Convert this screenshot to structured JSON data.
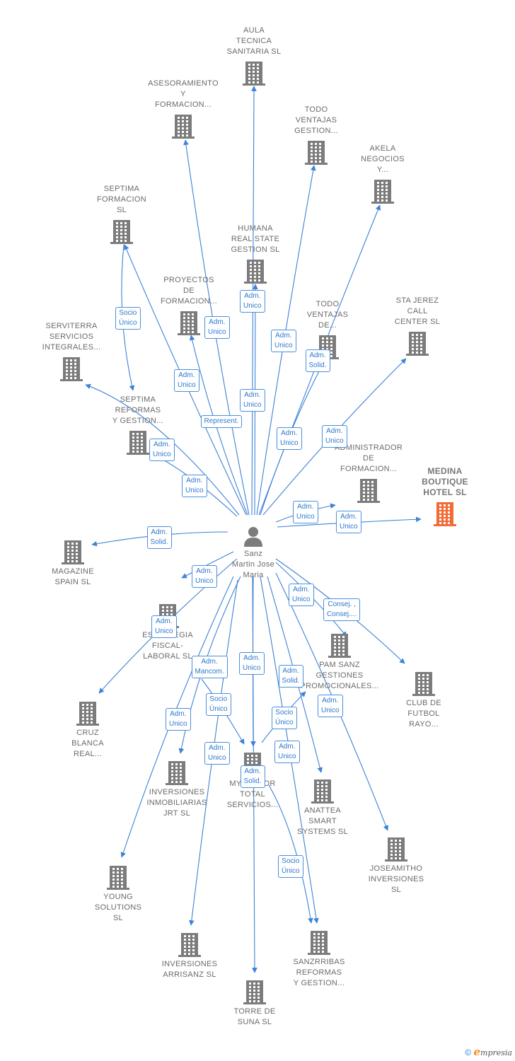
{
  "colors": {
    "edge": "#3d82d6",
    "company_icon": "#7c7c7c",
    "highlight_icon": "#f26a35",
    "person_icon": "#7c7c7c",
    "label_text": "#6b6b6b"
  },
  "person": {
    "id": "person",
    "lines": [
      "Sanz",
      "Martin Jose",
      "Maria"
    ],
    "icon": "person-icon"
  },
  "companies": [
    {
      "id": "aula",
      "lines": [
        "AULA",
        "TECNICA",
        "SANITARIA  SL"
      ]
    },
    {
      "id": "asesoramiento",
      "lines": [
        "ASESORAMIENTO",
        "Y",
        "FORMACION..."
      ]
    },
    {
      "id": "todo1",
      "lines": [
        "TODO",
        "VENTAJAS",
        "GESTION..."
      ]
    },
    {
      "id": "akela",
      "lines": [
        "AKELA",
        "NEGOCIOS",
        "Y..."
      ]
    },
    {
      "id": "septima-formacion",
      "lines": [
        "SEPTIMA",
        "FORMACION",
        "SL"
      ]
    },
    {
      "id": "humana",
      "lines": [
        "HUMANA",
        "REAL STATE",
        "GESTION  SL"
      ]
    },
    {
      "id": "proyectos",
      "lines": [
        "PROYECTOS",
        "DE",
        "FORMACION..."
      ]
    },
    {
      "id": "todo2",
      "lines": [
        "TODO",
        "VENTAJAS",
        "DE..."
      ]
    },
    {
      "id": "sta-jerez",
      "lines": [
        "STA JEREZ",
        "CALL",
        "CENTER  SL"
      ]
    },
    {
      "id": "serviterra",
      "lines": [
        "SERVITERRA",
        "SERVICIOS",
        "INTEGRALES..."
      ]
    },
    {
      "id": "septima-reformas",
      "lines": [
        "SEPTIMA",
        "REFORMAS",
        "Y GESTION..."
      ]
    },
    {
      "id": "administrador",
      "lines": [
        "ADMINISTRADOR",
        "DE",
        "FORMACION..."
      ]
    },
    {
      "id": "medina",
      "lines": [
        "MEDINA",
        "BOUTIQUE",
        "HOTEL  SL"
      ],
      "highlight": true
    },
    {
      "id": "magazine",
      "lines": [
        "MAGAZINE",
        "SPAIN  SL"
      ]
    },
    {
      "id": "estrategia",
      "lines": [
        "ESTRATEGIA",
        "FISCAL-",
        "LABORAL  SL"
      ]
    },
    {
      "id": "cruz",
      "lines": [
        "CRUZ",
        "BLANCA",
        "REAL..."
      ]
    },
    {
      "id": "pam",
      "lines": [
        "PAM SANZ",
        "GESTIONES",
        "PROMOCIONALES..."
      ]
    },
    {
      "id": "club",
      "lines": [
        "CLUB DE",
        "FUTBOL",
        "RAYO..."
      ]
    },
    {
      "id": "inversiones-jrt",
      "lines": [
        "INVERSIONES",
        "INMOBILIARIAS",
        "JRT  SL"
      ]
    },
    {
      "id": "mygestor",
      "lines": [
        "MYGESTOR",
        "TOTAL",
        "SERVICIOS..."
      ]
    },
    {
      "id": "anattea",
      "lines": [
        "ANATTEA",
        "SMART",
        "SYSTEMS  SL"
      ]
    },
    {
      "id": "joseamitho",
      "lines": [
        "JOSEAMITHO",
        "INVERSIONES",
        "SL"
      ]
    },
    {
      "id": "young",
      "lines": [
        "YOUNG",
        "SOLUTIONS",
        "SL"
      ]
    },
    {
      "id": "arrisanz",
      "lines": [
        "INVERSIONES",
        "ARRISANZ  SL"
      ]
    },
    {
      "id": "sanzrribas",
      "lines": [
        "SANZRRIBAS",
        "REFORMAS",
        "Y GESTION..."
      ]
    },
    {
      "id": "torre",
      "lines": [
        "TORRE DE",
        "SUNA  SL"
      ]
    }
  ],
  "edges": [
    {
      "from": "person",
      "to": "aula",
      "lines": [
        "Adm.",
        "Unico"
      ]
    },
    {
      "from": "person",
      "to": "asesoramiento",
      "lines": [
        "Adm.",
        "Unico"
      ]
    },
    {
      "from": "person",
      "to": "todo1",
      "lines": [
        "Adm.",
        "Unico"
      ]
    },
    {
      "from": "person",
      "to": "akela",
      "lines": [
        "Adm.",
        "Solid."
      ]
    },
    {
      "from": "person",
      "to": "septima-formacion",
      "lines": [
        "Represent."
      ]
    },
    {
      "from": "person",
      "to": "humana",
      "lines": [
        "Adm.",
        "Unico"
      ]
    },
    {
      "from": "person",
      "to": "proyectos",
      "lines": [
        "Adm.",
        "Unico"
      ]
    },
    {
      "from": "person",
      "to": "todo2",
      "lines": [
        "Adm.",
        "Unico"
      ]
    },
    {
      "from": "person",
      "to": "sta-jerez",
      "lines": [
        "Adm.",
        "Unico"
      ]
    },
    {
      "from": "person",
      "to": "serviterra",
      "lines": [
        "Adm.",
        "Unico"
      ]
    },
    {
      "from": "person",
      "to": "septima-reformas",
      "lines": [
        "Adm.",
        "Unico"
      ]
    },
    {
      "from": "septima-formacion",
      "to": "septima-reformas",
      "lines": [
        "Socio",
        "Único"
      ]
    },
    {
      "from": "person",
      "to": "administrador",
      "lines": [
        "Adm.",
        "Unico"
      ]
    },
    {
      "from": "person",
      "to": "medina",
      "lines": [
        "Adm.",
        "Unico"
      ]
    },
    {
      "from": "person",
      "to": "magazine",
      "lines": [
        "Adm.",
        "Solid."
      ]
    },
    {
      "from": "person",
      "to": "estrategia",
      "lines": [
        "Adm.",
        "Unico"
      ]
    },
    {
      "from": "person",
      "to": "cruz",
      "lines": [
        "Adm.",
        "Unico"
      ]
    },
    {
      "from": "person",
      "to": "pam",
      "lines": [
        "Adm.",
        "Unico"
      ]
    },
    {
      "from": "person",
      "to": "club",
      "lines": [
        "Consej. ,",
        "Consej...."
      ]
    },
    {
      "from": "person",
      "to": "inversiones-jrt",
      "lines": [
        "Adm.",
        "Unico"
      ]
    },
    {
      "from": "person",
      "to": "mygestor",
      "lines": [
        "Adm.",
        "Unico"
      ]
    },
    {
      "from": "inversiones-jrt",
      "to": "mygestor",
      "lines": [
        "Socio",
        "Único"
      ]
    },
    {
      "from": "person",
      "to": "anattea",
      "lines": [
        "Adm.",
        "Solid."
      ]
    },
    {
      "from": "person",
      "to": "joseamitho",
      "lines": [
        "Adm.",
        "Unico"
      ]
    },
    {
      "from": "person",
      "to": "young",
      "lines": [
        "Adm.",
        "Mancom."
      ]
    },
    {
      "from": "person",
      "to": "arrisanz",
      "lines": [
        "Adm.",
        "Unico"
      ]
    },
    {
      "from": "mygestor",
      "to": "pam",
      "lines": [
        "Socio",
        "Único"
      ]
    },
    {
      "from": "person",
      "to": "sanzrribas",
      "lines": [
        "Adm.",
        "Unico"
      ]
    },
    {
      "from": "mygestor",
      "to": "sanzrribas",
      "lines": [
        "Socio",
        "Único"
      ]
    },
    {
      "from": "person",
      "to": "torre",
      "lines": [
        "Adm.",
        "Solid."
      ]
    }
  ],
  "copyright": {
    "symbol": "©",
    "brand_initial": "e",
    "brand_rest": "mpresia"
  }
}
